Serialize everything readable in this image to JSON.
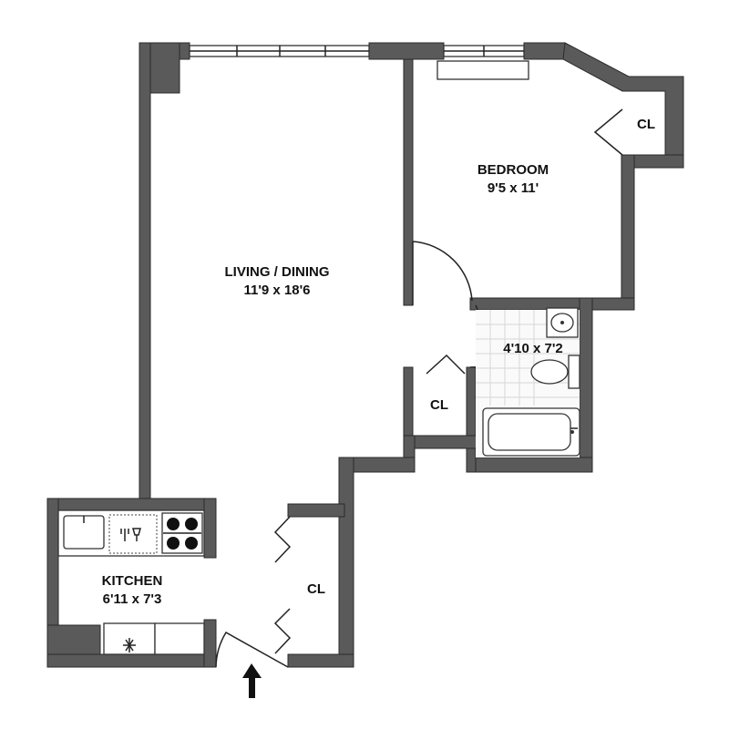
{
  "rooms": {
    "living": {
      "name": "LIVING / DINING",
      "dims": "11'9 x 18'6"
    },
    "bedroom": {
      "name": "BEDROOM",
      "dims": "9'5 x 11'"
    },
    "bath": {
      "dims": "4'10 x 7'2"
    },
    "kitchen": {
      "name": "KITCHEN",
      "dims": "6'11 x 7'3"
    }
  },
  "closets": {
    "bedroom": "CL",
    "hall": "CL",
    "entry": "CL"
  },
  "icons": {
    "entry": "entry-arrow-icon",
    "refrigerator": "asterisk-icon"
  }
}
